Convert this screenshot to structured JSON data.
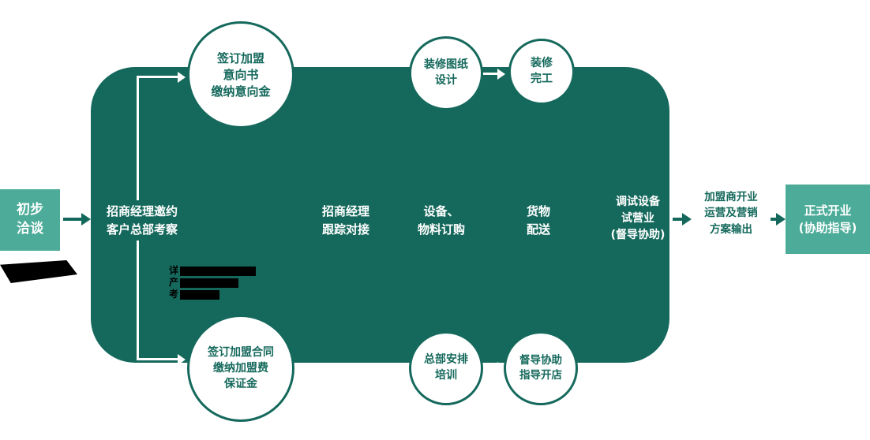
{
  "palette": {
    "teal_light": "#4CAC99",
    "teal_dark": "#15695C",
    "background": "#FFFFFF",
    "redaction": "#000000"
  },
  "flow": {
    "start_box": {
      "label": "初步\n洽谈"
    },
    "main_process": {
      "steps": [
        {
          "label": "招商经理邀约\n客户总部考察"
        },
        {
          "label": "招商经理\n跟踪对接"
        },
        {
          "label": "设备、\n物料订购"
        },
        {
          "label": "货物\n配送"
        },
        {
          "label": "调试设备\n试营业\n(督导协助)"
        }
      ]
    },
    "top_milestones": [
      {
        "label": "签订加盟\n意向书\n缴纳意向金"
      },
      {
        "label": "装修图纸\n设计"
      },
      {
        "label": "装修\n完工"
      }
    ],
    "bottom_milestones": [
      {
        "label": "签订加盟合同\n缴纳加盟费\n保证金"
      },
      {
        "label": "总部安排\n培训"
      },
      {
        "label": "督导协助\n指导开店"
      }
    ],
    "output_box": {
      "label": "加盟商开业\n运营及营销\n方案输出"
    },
    "final_box": {
      "label": "正式开业\n(协助指导)"
    },
    "partial_note": {
      "line1": "详",
      "line2": "产",
      "line3": "考"
    }
  }
}
